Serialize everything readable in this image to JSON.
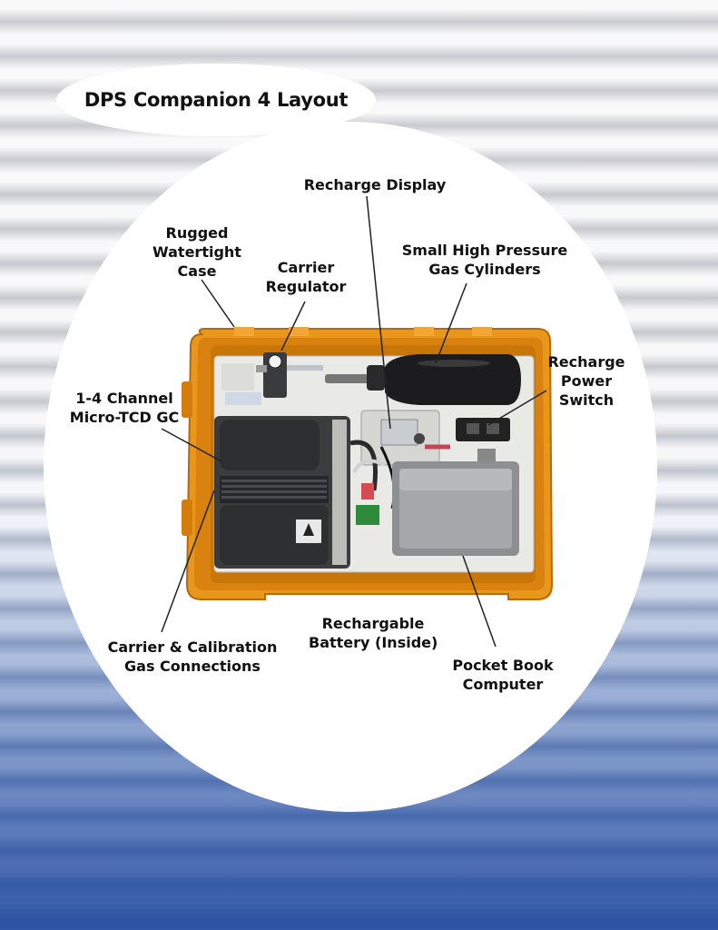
{
  "title": "DPS Companion 4 Layout",
  "labels": {
    "rugged_case": [
      "Rugged",
      "Watertight",
      "Case"
    ],
    "carrier_regulator": [
      "Carrier",
      "Regulator"
    ],
    "recharge_display": [
      "Recharge Display"
    ],
    "gas_cylinders": [
      "Small High Pressure",
      "Gas Cylinders"
    ],
    "recharge_switch": [
      "Recharge",
      "Power",
      "Switch"
    ],
    "micro_tcd_gc": [
      "1-4 Channel",
      "Micro-TCD GC"
    ],
    "gas_connections": [
      "Carrier & Calibration",
      "Gas Connections"
    ],
    "battery": [
      "Rechargable",
      "Battery (Inside)"
    ],
    "computer": [
      "Pocket Book",
      "Computer"
    ]
  },
  "colors": {
    "case_orange": "#e8961c",
    "panel": "#e9e9e6",
    "gc_body": "#2e2f31",
    "cylinder": "#1c1c1e",
    "laptop": "#8d8f93",
    "background_blue": "#2a56a8"
  }
}
